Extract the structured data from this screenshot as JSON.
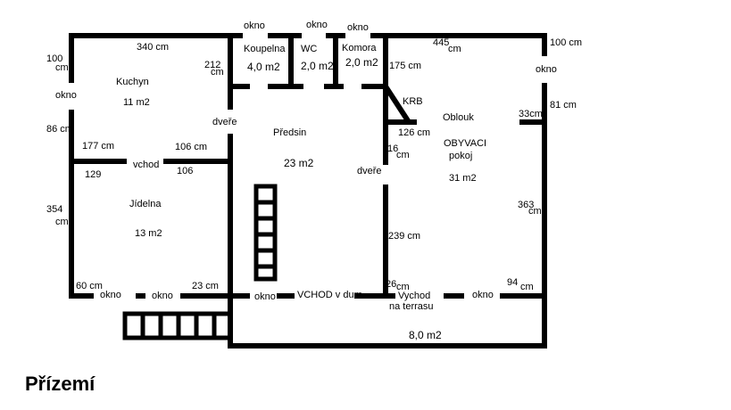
{
  "title": "Přízemí",
  "rooms": {
    "kuchyn": {
      "name": "Kuchyn",
      "area": "11 m2"
    },
    "koupelna": {
      "name": "Koupelna",
      "area": "4,0 m2"
    },
    "wc": {
      "name": "WC",
      "area": "2,0 m2"
    },
    "komora": {
      "name": "Komora",
      "area": "2,0 m2"
    },
    "predsin": {
      "name": "Předsin",
      "area": "23 m2"
    },
    "jidelna": {
      "name": "Jídelna",
      "area": "13 m2"
    },
    "obyvaci": {
      "name1": "OBYVACI",
      "name2": "pokoj",
      "area": "31 m2",
      "oblouk": "Oblouk",
      "krb": "KRB"
    },
    "terasa": {
      "area": "8,0 m2"
    }
  },
  "labels": {
    "okno": "okno",
    "dvere": "dveře",
    "vchod": "vchod",
    "vchod_dum": "VCHOD v dum",
    "vychod1": "Vychod",
    "vychod2": "na terrasu"
  },
  "dims": {
    "d340": "340 cm",
    "d100a": "100",
    "cm": "cm",
    "d212": "212",
    "d86": "86 cm",
    "d177": "177 cm",
    "d106a": "106 cm",
    "d129": "129",
    "d106b": "106",
    "d354": "354",
    "d60": "60 cm",
    "d23": "23 cm",
    "d445": "445",
    "d100b": "100 cm",
    "d175": "175 cm",
    "d81": "81 cm",
    "d33": "33cm",
    "d126": "126 cm",
    "d16": "16",
    "d363": "363",
    "d239": "239 cm",
    "d26": "26",
    "d94": "94"
  }
}
